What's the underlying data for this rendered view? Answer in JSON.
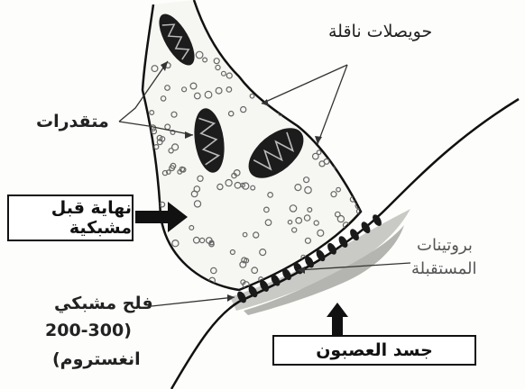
{
  "labels": {
    "vesicles": "حويصلات ناقلة",
    "mitochondria": "متقدرات",
    "presynaptic_terminal": "نهاية قبل مشبكية",
    "receptor_proteins_line1": "بروتينات",
    "receptor_proteins_line2": "المستقبلة",
    "synaptic_cleft_line1": "فلح مشبكي",
    "synaptic_cleft_line2": "(200-300",
    "synaptic_cleft_line3": "انغستروم)",
    "neuron_body": "جسد العصبون"
  }
}
